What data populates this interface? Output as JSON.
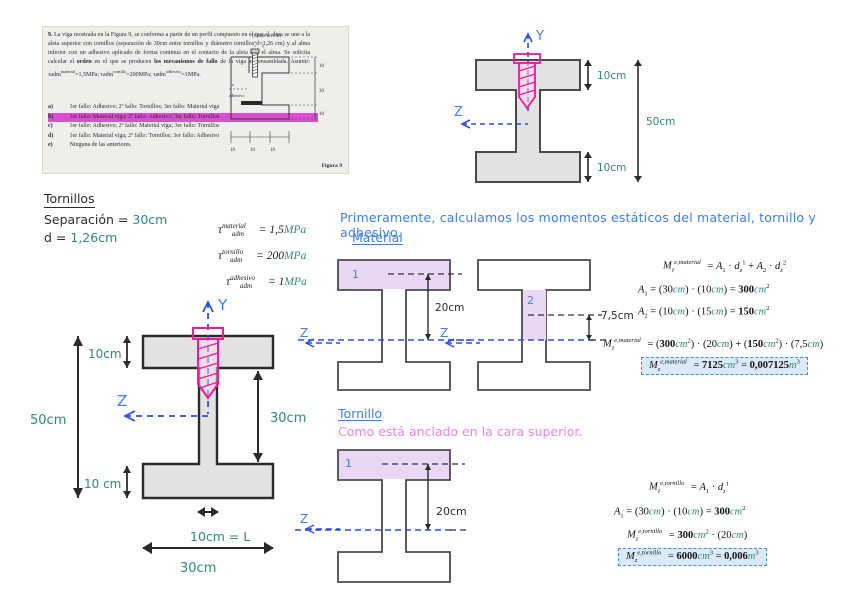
{
  "scan": {
    "problem_number": "9.",
    "paragraph": "La viga mostrada en la Figura 9, se conforma a partir de un perfil compuesto en el que el alma se une a la aleta superior con tornillos (separación de 30cm entre tornillos y diámetro tornillos d=1,26 cm) y al alma inferior con un adhesivo aplicado de forma continua en el contacto de la aleta con el alma. Se solicita calcular el",
    "bold_1": "orden",
    "paragraph_2": "en el que se producen",
    "bold_2": "los mecanismos de fallo",
    "paragraph_3": "de la viga así ensamblada. Asumir:",
    "assume_1": "τadm",
    "assume_1_sup": "material",
    "assume_1_val": "=1,5MPa;",
    "assume_2": "τadm",
    "assume_2_sup": "tornillo",
    "assume_2_val": "=200MPa;",
    "assume_3": "τadm",
    "assume_3_sup": "adhesivo",
    "assume_3_val": "=1MPa.",
    "options": [
      {
        "letter": "a)",
        "text": "1er fallo: Adhesivo; 2º fallo: Tornillos; 3er fallo: Material viga",
        "highlighted": false
      },
      {
        "letter": "b)",
        "text": "1er fallo: Material viga; 2º fallo: Adhesivo; 3er fallo: Tornillos",
        "highlighted": true
      },
      {
        "letter": "c)",
        "text": "1er fallo: Adhesivo; 2º fallo: Material viga; 3er fallo: Tornillos",
        "highlighted": false
      },
      {
        "letter": "d)",
        "text": "1er fallo: Material viga; 2º fallo: Tornillos; 3er fallo: Adhesivo",
        "highlighted": false
      },
      {
        "letter": "e)",
        "text": "Ninguna de las anteriores",
        "highlighted": false
      }
    ],
    "figure_caption": "Figura 9",
    "units_note": "(Cotas en cm)",
    "fig_dim_top": "10",
    "fig_dim_mid": "30",
    "fig_dim_bot": "10",
    "fig_dim_b1": "10",
    "fig_dim_b2": "10",
    "fig_dim_b3": "10",
    "fig_label_y": "y",
    "fig_label_z": "z",
    "fig_label_adhesivo": "adhesivo"
  },
  "beam_top": {
    "axis_y": "Y",
    "axis_z": "Z",
    "dim_top_flange": "10cm",
    "dim_bot_flange": "10cm",
    "dim_total": "50cm"
  },
  "data_block": {
    "title": "Tornillos",
    "separacion_label": "Separación",
    "separacion_value": "30cm",
    "d_label": "d",
    "d_value": "1,26cm"
  },
  "tau": {
    "material": {
      "sym": "τ",
      "sub": "adm",
      "sup": "material",
      "eq": "= 1,5",
      "unit": "MPa"
    },
    "tornillo": {
      "sym": "τ",
      "sub": "adm",
      "sup": "tornillo",
      "eq": "= 200",
      "unit": "MPa"
    },
    "adhesivo": {
      "sym": "τ",
      "sub": "adm",
      "sup": "adhesivo",
      "eq": "= 1",
      "unit": "MPa"
    }
  },
  "headline": "Primeramente, calculamos los momentos estáticos del material, tornillo y adhesivo.",
  "material": {
    "section_title": "Material",
    "diag1": {
      "label": "1",
      "dim": "20cm",
      "axis_z": "Z"
    },
    "diag2": {
      "label": "2",
      "dim": "7,5cm",
      "axis_z": "Z"
    },
    "f1": {
      "lhs": "M",
      "lhs_sub": "z",
      "lhs_sup": "e,material",
      "rhs": "= A₁ · d",
      "rhs_sub": "z",
      "rhs_sup": "1",
      "rhs2": " + A₂ · d",
      "rhs2_sub": "z",
      "rhs2_sup": "2"
    },
    "f2": "A₁ = (30cm) · (10cm) = 300cm²",
    "f3": "A₂ = (10cm) · (15cm) = 150cm²",
    "f4": "M_z^{e,material} = (300cm²) · (20cm) + (150cm²) · (7,5cm)",
    "result": "M_z^{e,material} = 7125cm³ = 0,007125m³",
    "f4_a": "(300",
    "f4_a_u": "cm",
    "f4_a_p": "2",
    "f4_b": "(20",
    "f4_b_u": "cm",
    "f4_c": "(150",
    "f4_c_u": "cm",
    "f4_c_p": "2",
    "f4_d": "(7,5",
    "f4_d_u": "cm",
    "res_val": "7125",
    "res_u": "cm",
    "res_p": "3",
    "res_val2": "0,007125",
    "res_u2": "m",
    "res_p2": "3"
  },
  "tornillo": {
    "section_title": "Tornillo",
    "note": "Como está anclado en la cara superior.",
    "diag": {
      "label": "1",
      "dim": "20cm",
      "axis_z": "Z"
    },
    "f1": "M_z^{e,tornillo} = A₁ · d_z^1",
    "f2": "A₁ = (30cm) · (10cm) = 300cm²",
    "f3": "M_z^{e,tornillo} = 300cm² · (20cm)",
    "result": "M_z^{e,tornillo} = 6000cm³ = 0,006m³",
    "res_val": "6000",
    "res_u": "cm",
    "res_p": "3",
    "res_val2": "0,006",
    "res_u2": "m",
    "res_p2": "3"
  },
  "beam_main": {
    "axis_y": "Y",
    "axis_z": "Z",
    "dim_top_flange": "10cm",
    "dim_bot_flange": "10 cm",
    "dim_total_h": "50cm",
    "dim_web_h": "30cm",
    "dim_web_w": "10cm = L",
    "dim_width": "30cm"
  },
  "colors": {
    "blue": "#3a7ff0",
    "pink": "#e887e0",
    "magenta": "#f0189b",
    "green": "#2e8b72",
    "dark": "#2b2b2b",
    "beam_fill": "#e2e2e2",
    "shade_fill": "#ead7f3",
    "highlight": "#d94fcf",
    "box_fill": "#dbeaf8",
    "box_border": "#3c8fe0"
  }
}
